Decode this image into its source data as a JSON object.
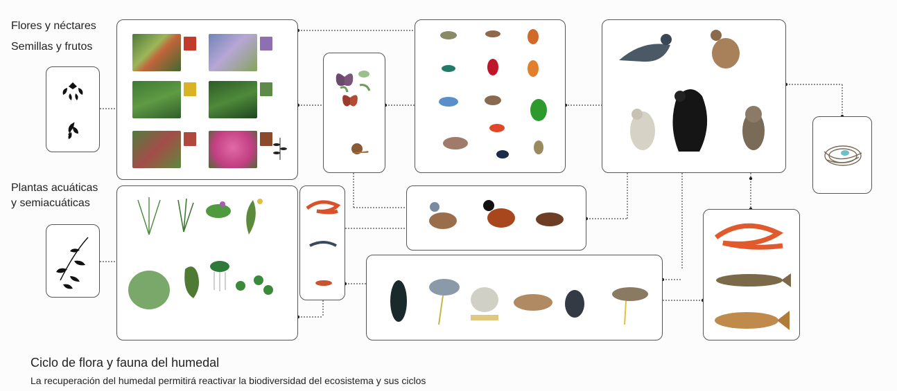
{
  "labels": {
    "flores": "Flores y néctares",
    "semillas": "Semillas y frutos",
    "acuaticas_1": "Plantas acuáticas",
    "acuaticas_2": "y semiacuáticas"
  },
  "footer": {
    "title": "Ciclo de flora y fauna del humedal",
    "subtitle": "La recuperación del humedal permitirá reactivar la biodiversidad del ecosistema y sus ciclos"
  },
  "icons": {
    "leaf_icon": "leaf-silhouette",
    "reed_icon": "reed-silhouette",
    "nest_icon": "bird-nest"
  },
  "colors": {
    "line": "#555555",
    "box_border": "#555555",
    "text": "#222222"
  }
}
